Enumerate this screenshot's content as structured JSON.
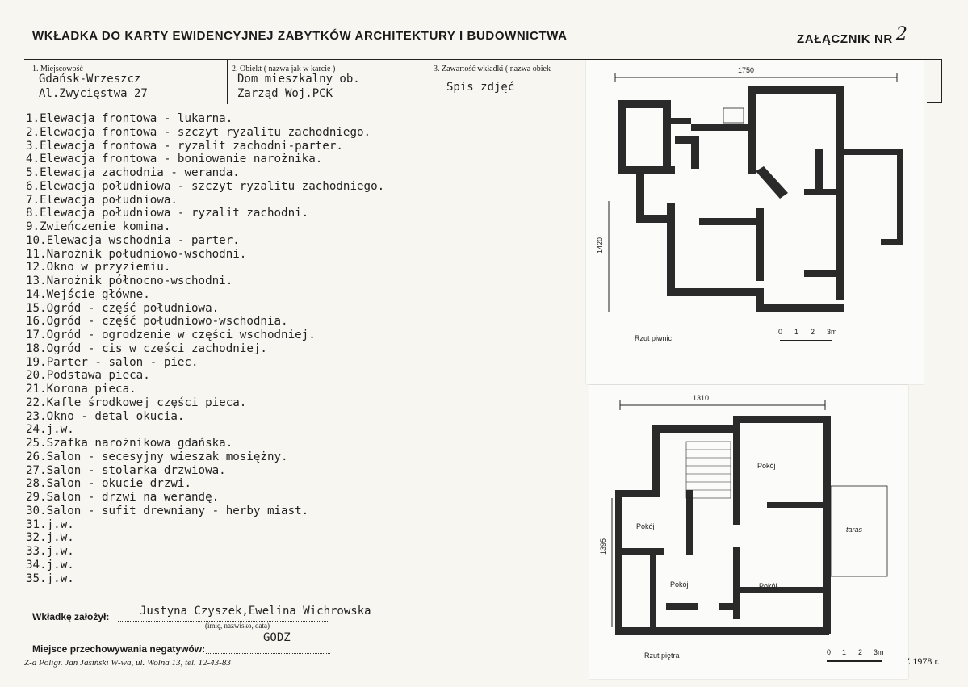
{
  "header": {
    "title": "WKŁADKA DO KARTY EWIDENCYJNEJ ZABYTKÓW ARCHITEKTURY I BUDOWNICTWA",
    "annex_label": "ZAŁĄCZNIK NR",
    "annex_number": "2"
  },
  "fields": {
    "place_label": "1. Miejscowość",
    "place_line1": "Gdańsk-Wrzeszcz",
    "place_line2": "Al.Zwycięstwa 27",
    "object_label": "2. Obiekt ( nazwa jak w karcie )",
    "object_line1": "Dom mieszkalny ob.",
    "object_line2": "Zarząd Woj.PCK",
    "contents_label": "3. Zawartość wkładki ( nazwa obiek",
    "contents_value": "Spis zdjęć"
  },
  "photo_list": [
    "1.Elewacja frontowa - lukarna.",
    "2.Elewacja frontowa - szczyt ryzalitu zachodniego.",
    "3.Elewacja frontowa - ryzalit zachodni-parter.",
    "4.Elewacja frontowa - boniowanie narożnika.",
    "5.Elewacja zachodnia - weranda.",
    "6.Elewacja południowa - szczyt ryzalitu zachodniego.",
    "7.Elewacja południowa.",
    "8.Elewacja południowa - ryzalit zachodni.",
    "9.Zwieńczenie komina.",
    "10.Elewacja wschodnia - parter.",
    "11.Narożnik południowo-wschodni.",
    "12.Okno w przyziemiu.",
    "13.Narożnik północno-wschodni.",
    "14.Wejście główne.",
    "15.Ogród - część południowa.",
    "16.Ogród - część południowo-wschodnia.",
    "17.Ogród - ogrodzenie w części wschodniej.",
    "18.Ogród - cis w części zachodniej.",
    "19.Parter - salon - piec.",
    "20.Podstawa pieca.",
    "21.Korona pieca.",
    "22.Kafle środkowej części pieca.",
    "23.Okno - detal okucia.",
    "24.j.w.",
    "25.Szafka narożnikowa gdańska.",
    "26.Salon - secesyjny wieszak mosiężny.",
    "27.Salon - stolarka drzwiowa.",
    "28.Salon - okucie drzwi.",
    "29.Salon - drzwi na werandę.",
    "30.Salon - sufit drewniany - herby miast.",
    "31.j.w.",
    "32.j.w.",
    "33.j.w.",
    "34.j.w.",
    "35.j.w."
  ],
  "footer": {
    "founder_label": "Wkładkę założył:",
    "founder_value": "Justyna Czyszek,Ewelina Wichrowska",
    "founder_hint": "(imię, nazwisko, data)",
    "negatives_value": "GODZ",
    "negatives_label": "Miejsce przechowywania negatywów:",
    "printer": "Z-d Poligr. Jan Jasiński W-wa, ul. Wolna 13, tel. 12-43-83",
    "year": "Z 1978 r."
  },
  "plan_basement": {
    "width_dim": "1750",
    "height_dim": "1420",
    "caption": "Rzut piwnic",
    "scale": [
      "0",
      "1",
      "2",
      "3m"
    ]
  },
  "plan_floor": {
    "width_dim": "1310",
    "height_dim": "1395",
    "caption": "Rzut piętra",
    "scale": [
      "0",
      "1",
      "2",
      "3m"
    ],
    "rooms": [
      "Pokój",
      "Pokój",
      "Pokój",
      "Pokój"
    ],
    "terrace": "taras"
  }
}
